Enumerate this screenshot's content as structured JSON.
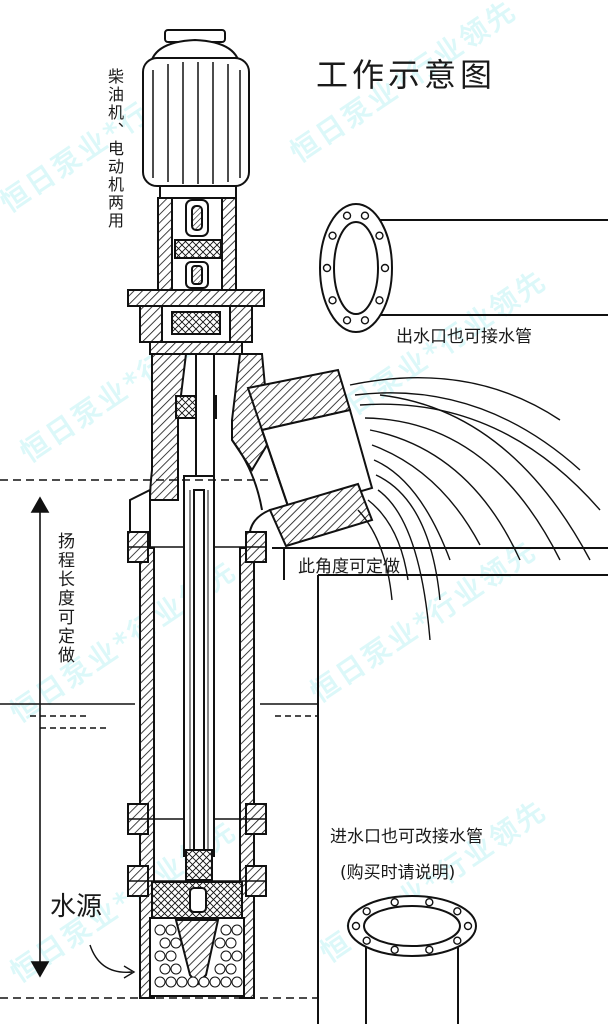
{
  "diagram": {
    "title": "工作示意图",
    "labels": {
      "power_source": "柴油机、电动机两用",
      "outlet_note": "出水口也可接水管",
      "angle_note": "此角度可定做",
      "head_length_note": "扬程长度可定做",
      "water_source": "水源",
      "inlet_note": "进水口也可改接水管",
      "inlet_note_sub": "(购买时请说明)"
    }
  },
  "watermark": {
    "text": "恒日泵业*行业领先",
    "color": "#28d2d7"
  }
}
